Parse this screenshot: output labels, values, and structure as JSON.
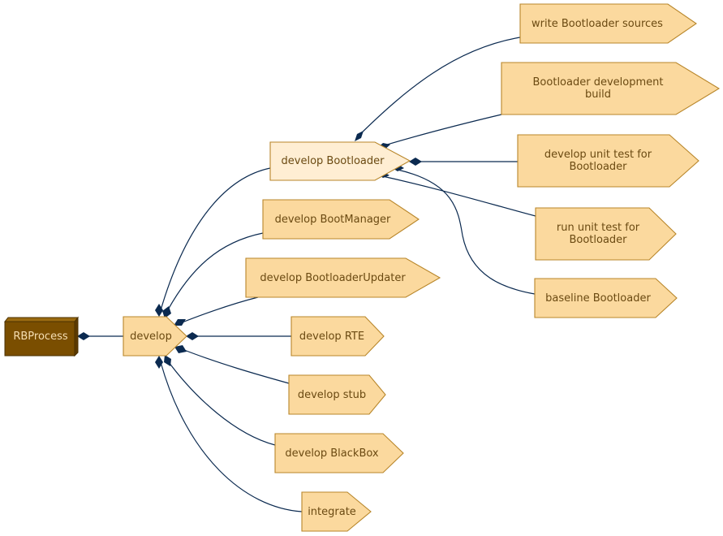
{
  "colors": {
    "node_fill": "#fbd99e",
    "node_highlight_fill": "#ffeed3",
    "node_stroke": "#b8862a",
    "root_fill": "#7a4e00",
    "root_top": "#9a6a10",
    "root_text": "#f5deb3",
    "node_text": "#6b4a12",
    "edge": "#0b2a50"
  },
  "nodes": {
    "root": "RBProcess",
    "develop": "develop",
    "develop_bootloader": "develop Bootloader",
    "develop_bootmanager": "develop BootManager",
    "develop_bootloaderupdater": "develop BootloaderUpdater",
    "develop_rte": "develop RTE",
    "develop_stub": "develop stub",
    "develop_blackbox": "develop BlackBox",
    "integrate": "integrate",
    "write_sources": "write Bootloader sources",
    "dev_build_1": "Bootloader development",
    "dev_build_2": "build",
    "dev_unit_test_1": "develop unit test for",
    "dev_unit_test_2": "Bootloader",
    "run_unit_test_1": "run unit test for",
    "run_unit_test_2": "Bootloader",
    "baseline": "baseline Bootloader"
  }
}
